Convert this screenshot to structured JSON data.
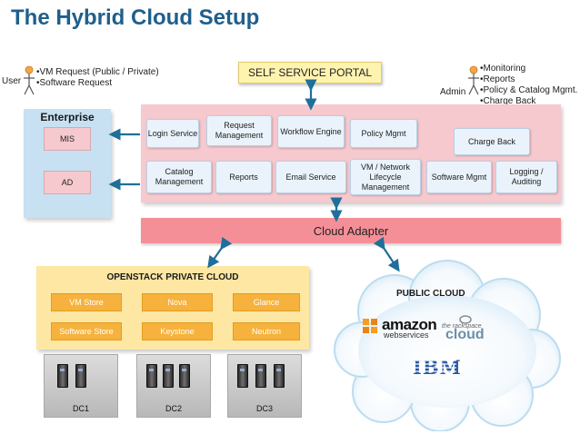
{
  "title": "The Hybrid Cloud Setup",
  "user": {
    "label": "User",
    "requests": [
      "VM Request  (Public / Private)",
      "Software Request"
    ]
  },
  "portal": {
    "label": "SELF SERVICE PORTAL"
  },
  "admin": {
    "label": "Admin",
    "items": [
      "Monitoring",
      "Reports",
      "Policy & Catalog Mgmt.",
      "Charge Back"
    ]
  },
  "enterprise": {
    "title": "Enterprise",
    "items": [
      "MIS",
      "AD"
    ]
  },
  "services": {
    "login": "Login Service",
    "request": "Request Management",
    "workflow": "Workflow Engine",
    "policy": "Policy Mgmt",
    "charge": "Charge Back",
    "catalog": "Catalog Management",
    "reports": "Reports",
    "email": "Email Service",
    "vm_lifecycle": "VM / Network Lifecycle Management",
    "software": "Software Mgmt",
    "logging": "Logging / Auditing"
  },
  "adapter": {
    "label": "Cloud Adapter"
  },
  "openstack": {
    "title": "OPENSTACK PRIVATE CLOUD",
    "items": [
      "VM Store",
      "Nova",
      "Glance",
      "Software Store",
      "Keystone",
      "Neutron"
    ]
  },
  "datacenters": [
    "DC1",
    "DC2",
    "DC3"
  ],
  "public_cloud": {
    "title": "PUBLIC CLOUD",
    "logos": [
      "amazon web services",
      "the rackspace cloud",
      "IBM"
    ]
  },
  "colors": {
    "title": "#1f5f8b",
    "services_bg": "#f6c9cf",
    "adapter": "#f58f97",
    "enterprise_bg": "#c7e1f2",
    "openstack_bg": "#fde7a3",
    "openstack_item": "#f6b23c",
    "arrow": "#1f6f9a",
    "amazon_orange": "#f79c1e",
    "ibm_blue": "#2a56a5"
  }
}
